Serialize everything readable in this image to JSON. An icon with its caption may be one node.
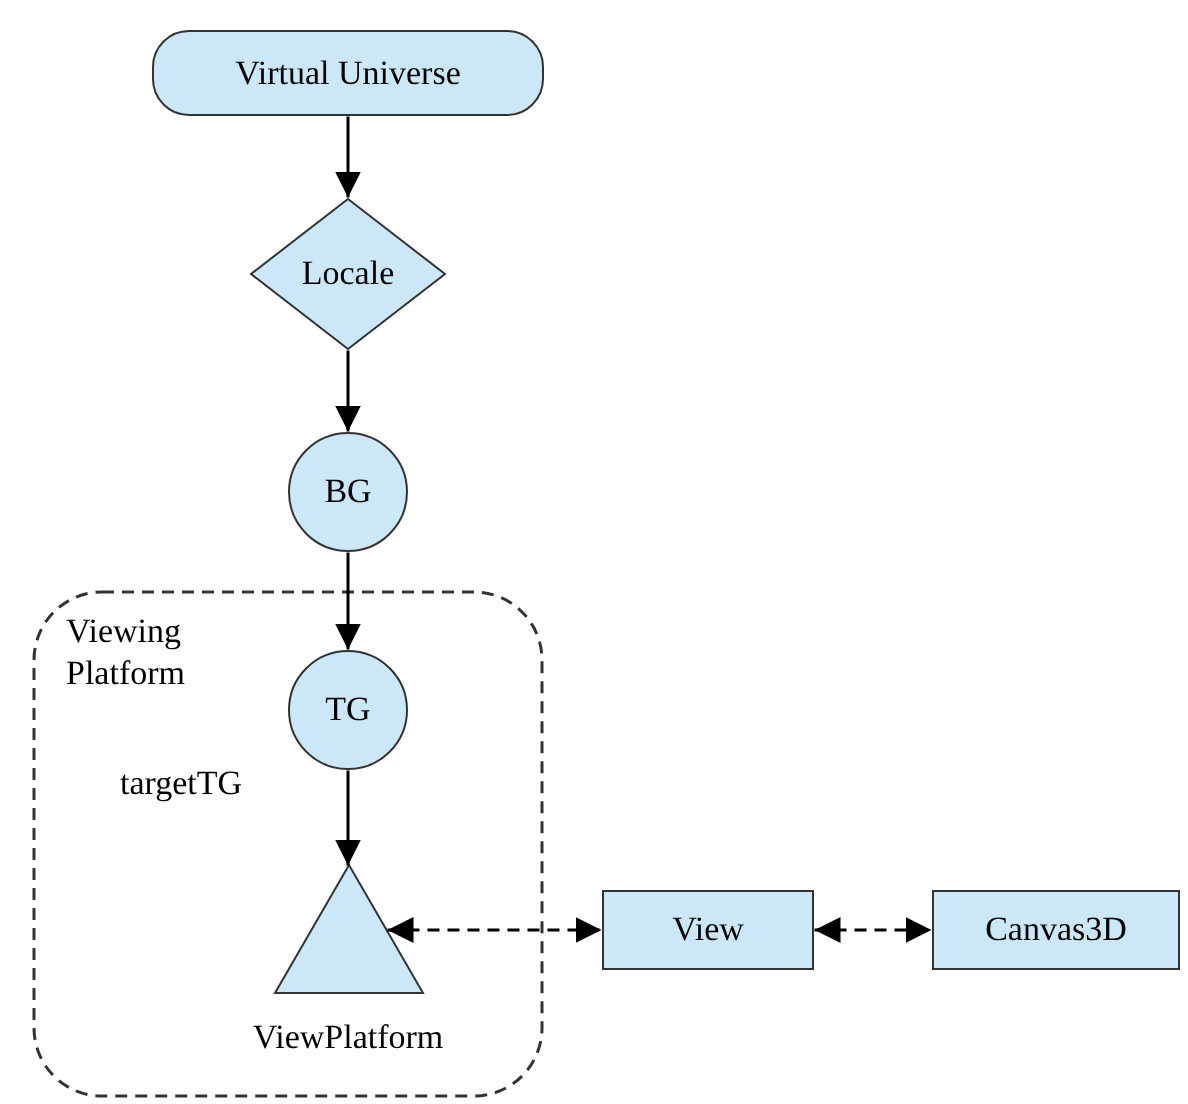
{
  "diagram": {
    "nodes": [
      {
        "text": [
          "Virtual Universe"
        ]
      },
      {
        "text": [
          "Locale"
        ]
      },
      {
        "text": [
          "BG"
        ]
      },
      {
        "text": [
          "Viewing Platform"
        ]
      },
      {
        "text": [
          "TG"
        ],
        "in": 3,
        "beside": [
          "targetTG"
        ]
      },
      {
        "text": [
          "ViewPlatform"
        ],
        "in": 3
      },
      {
        "text": [
          "View"
        ]
      },
      {
        "text": [
          "Canvas3D"
        ]
      }
    ],
    "edges": [
      {
        "from": 0,
        "to": 1,
        "arrow": "to"
      },
      {
        "from": 1,
        "to": 2,
        "arrow": "to"
      },
      {
        "from": 2,
        "to": 4,
        "arrow": "to"
      },
      {
        "from": 4,
        "to": 5,
        "arrow": "to"
      },
      {
        "from": 5,
        "to": 6,
        "arrow": "both",
        "style": "dashed"
      },
      {
        "from": 6,
        "to": 7,
        "arrow": "both",
        "style": "dashed"
      }
    ]
  }
}
